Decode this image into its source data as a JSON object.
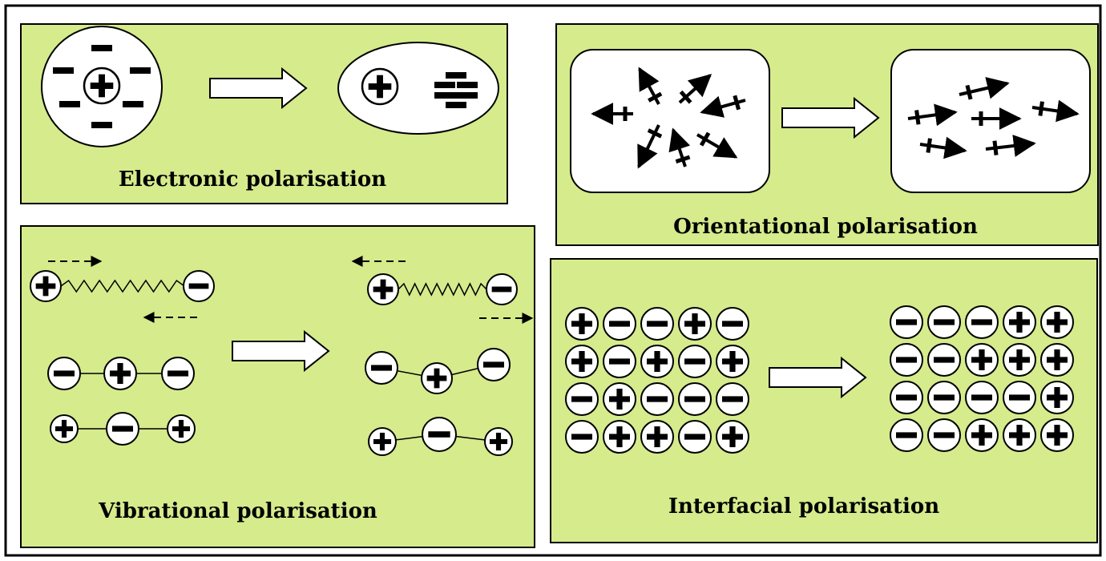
{
  "panels": {
    "electronic": {
      "label": "Electronic polarisation"
    },
    "orientational": {
      "label": "Orientational polarisation"
    },
    "vibrational": {
      "label": "Vibrational polarisation"
    },
    "interfacial": {
      "label": "Interfacial polarisation",
      "before_grid": [
        [
          "+",
          "-",
          "-",
          "+",
          "-"
        ],
        [
          "+",
          "-",
          "+",
          "-",
          "+"
        ],
        [
          "-",
          "+",
          "-",
          "-",
          "-"
        ],
        [
          "-",
          "+",
          "+",
          "-",
          "+"
        ]
      ],
      "after_grid": [
        [
          "-",
          "-",
          "-",
          "+",
          "+"
        ],
        [
          "-",
          "-",
          "+",
          "+",
          "+"
        ],
        [
          "-",
          "-",
          "-",
          "-",
          "+"
        ],
        [
          "-",
          "-",
          "+",
          "+",
          "+"
        ]
      ]
    }
  },
  "colors": {
    "panel_fill": "#d5eb8c",
    "stroke": "#000000",
    "ion_fill": "#ffffff"
  }
}
